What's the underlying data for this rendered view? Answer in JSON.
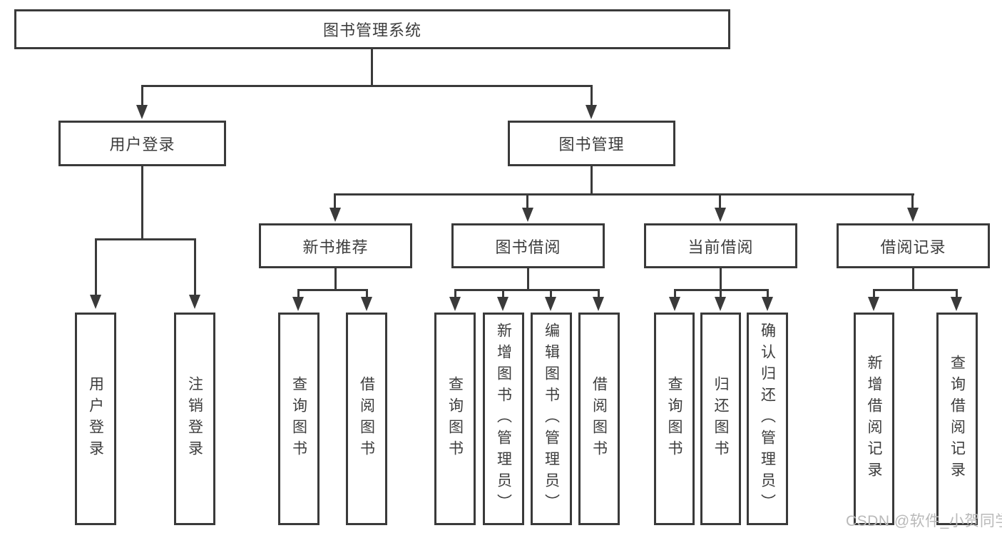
{
  "diagram": {
    "title_node": "图书管理系统",
    "level2": {
      "user_login": "用户登录",
      "book_management": "图书管理"
    },
    "level3": {
      "new_book_recommend": "新书推荐",
      "book_borrow": "图书借阅",
      "current_borrow": "当前借阅",
      "borrow_record": "借阅记录"
    },
    "leaves": {
      "user_login_children": [
        "用户登录",
        "注销登录"
      ],
      "new_book_children": [
        "查询图书",
        "借阅图书"
      ],
      "book_borrow_children": [
        "查询图书",
        "新增图书（管理员）",
        "编辑图书（管理员）",
        "借阅图书"
      ],
      "current_borrow_children": [
        "查询图书",
        "归还图书",
        "确认归还（管理员）"
      ],
      "borrow_record_children": [
        "新增借阅记录",
        "查询借阅记录"
      ]
    },
    "colors": {
      "line": "#3a3a3a",
      "text": "#3d3d3d",
      "background": "#ffffff",
      "watermark": "#b9b9b9"
    },
    "watermark": "CSDN @软件_小贺同学"
  }
}
